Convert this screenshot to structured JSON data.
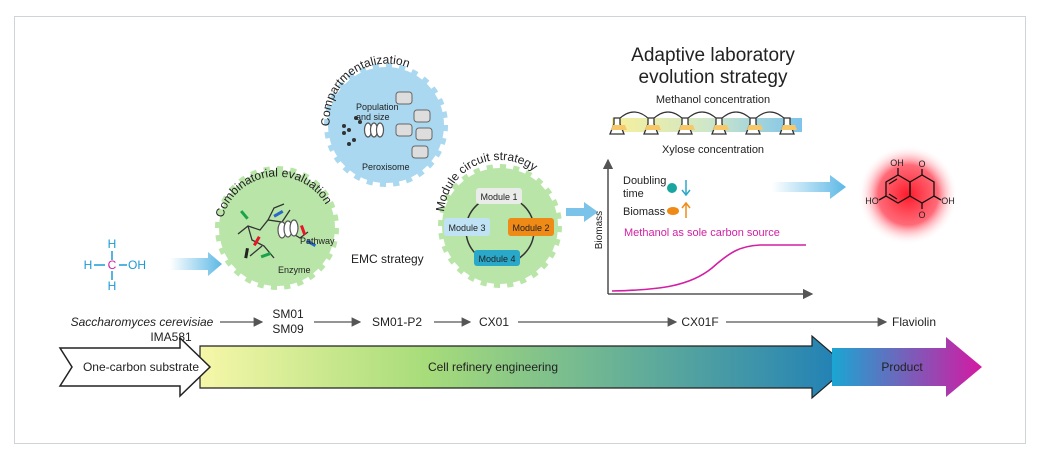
{
  "colors": {
    "green": "#b9e6a8",
    "blue": "#a9d8f0",
    "pink": "#d21fa3",
    "teal": "#2aa8c9",
    "orange": "#f08a17",
    "red": "#e8142a"
  },
  "methanol": {
    "h_top": "H",
    "h_left": "H",
    "carbon": "C",
    "oh": "OH",
    "h_bottom": "H"
  },
  "combinatorial": {
    "title": "Combinatorial evaluation",
    "pathway": "Pathway",
    "enzyme": "Enzyme"
  },
  "compartment": {
    "title": "Compartmentalization",
    "population": "Population",
    "and_size": "and size",
    "peroxisome": "Peroxisome"
  },
  "module_circuit": {
    "title": "Module circuit strategy",
    "m1": "Module 1",
    "m2": "Module 2",
    "m3": "Module 3",
    "m4": "Module 4"
  },
  "emc_label": "EMC strategy",
  "ale": {
    "title_line1": "Adaptive laboratory",
    "title_line2": "evolution strategy",
    "methanol_conc": "Methanol concentration",
    "xylose_conc": "Xylose concentration"
  },
  "growth": {
    "ylabel": "Biomass",
    "doubling": "Doubling",
    "time": "time",
    "biomass": "Biomass",
    "sole_carbon": "Methanol as sole carbon source"
  },
  "product_structure": {
    "oh_top": "OH",
    "o_top": "O",
    "oh_left": "HO",
    "oh_right": "OH",
    "o_bottom": "O"
  },
  "strains": {
    "s1_line1": "Saccharomyces cerevisiae",
    "s1_line2": "IMA581",
    "s2_line1": "SM01",
    "s2_line2": "SM09",
    "s3": "SM01-P2",
    "s4": "CX01",
    "s5": "CX01F",
    "s6": "Flaviolin"
  },
  "bottom_arrows": {
    "a1": "One-carbon substrate",
    "a2": "Cell refinery engineering",
    "a3": "Product"
  }
}
